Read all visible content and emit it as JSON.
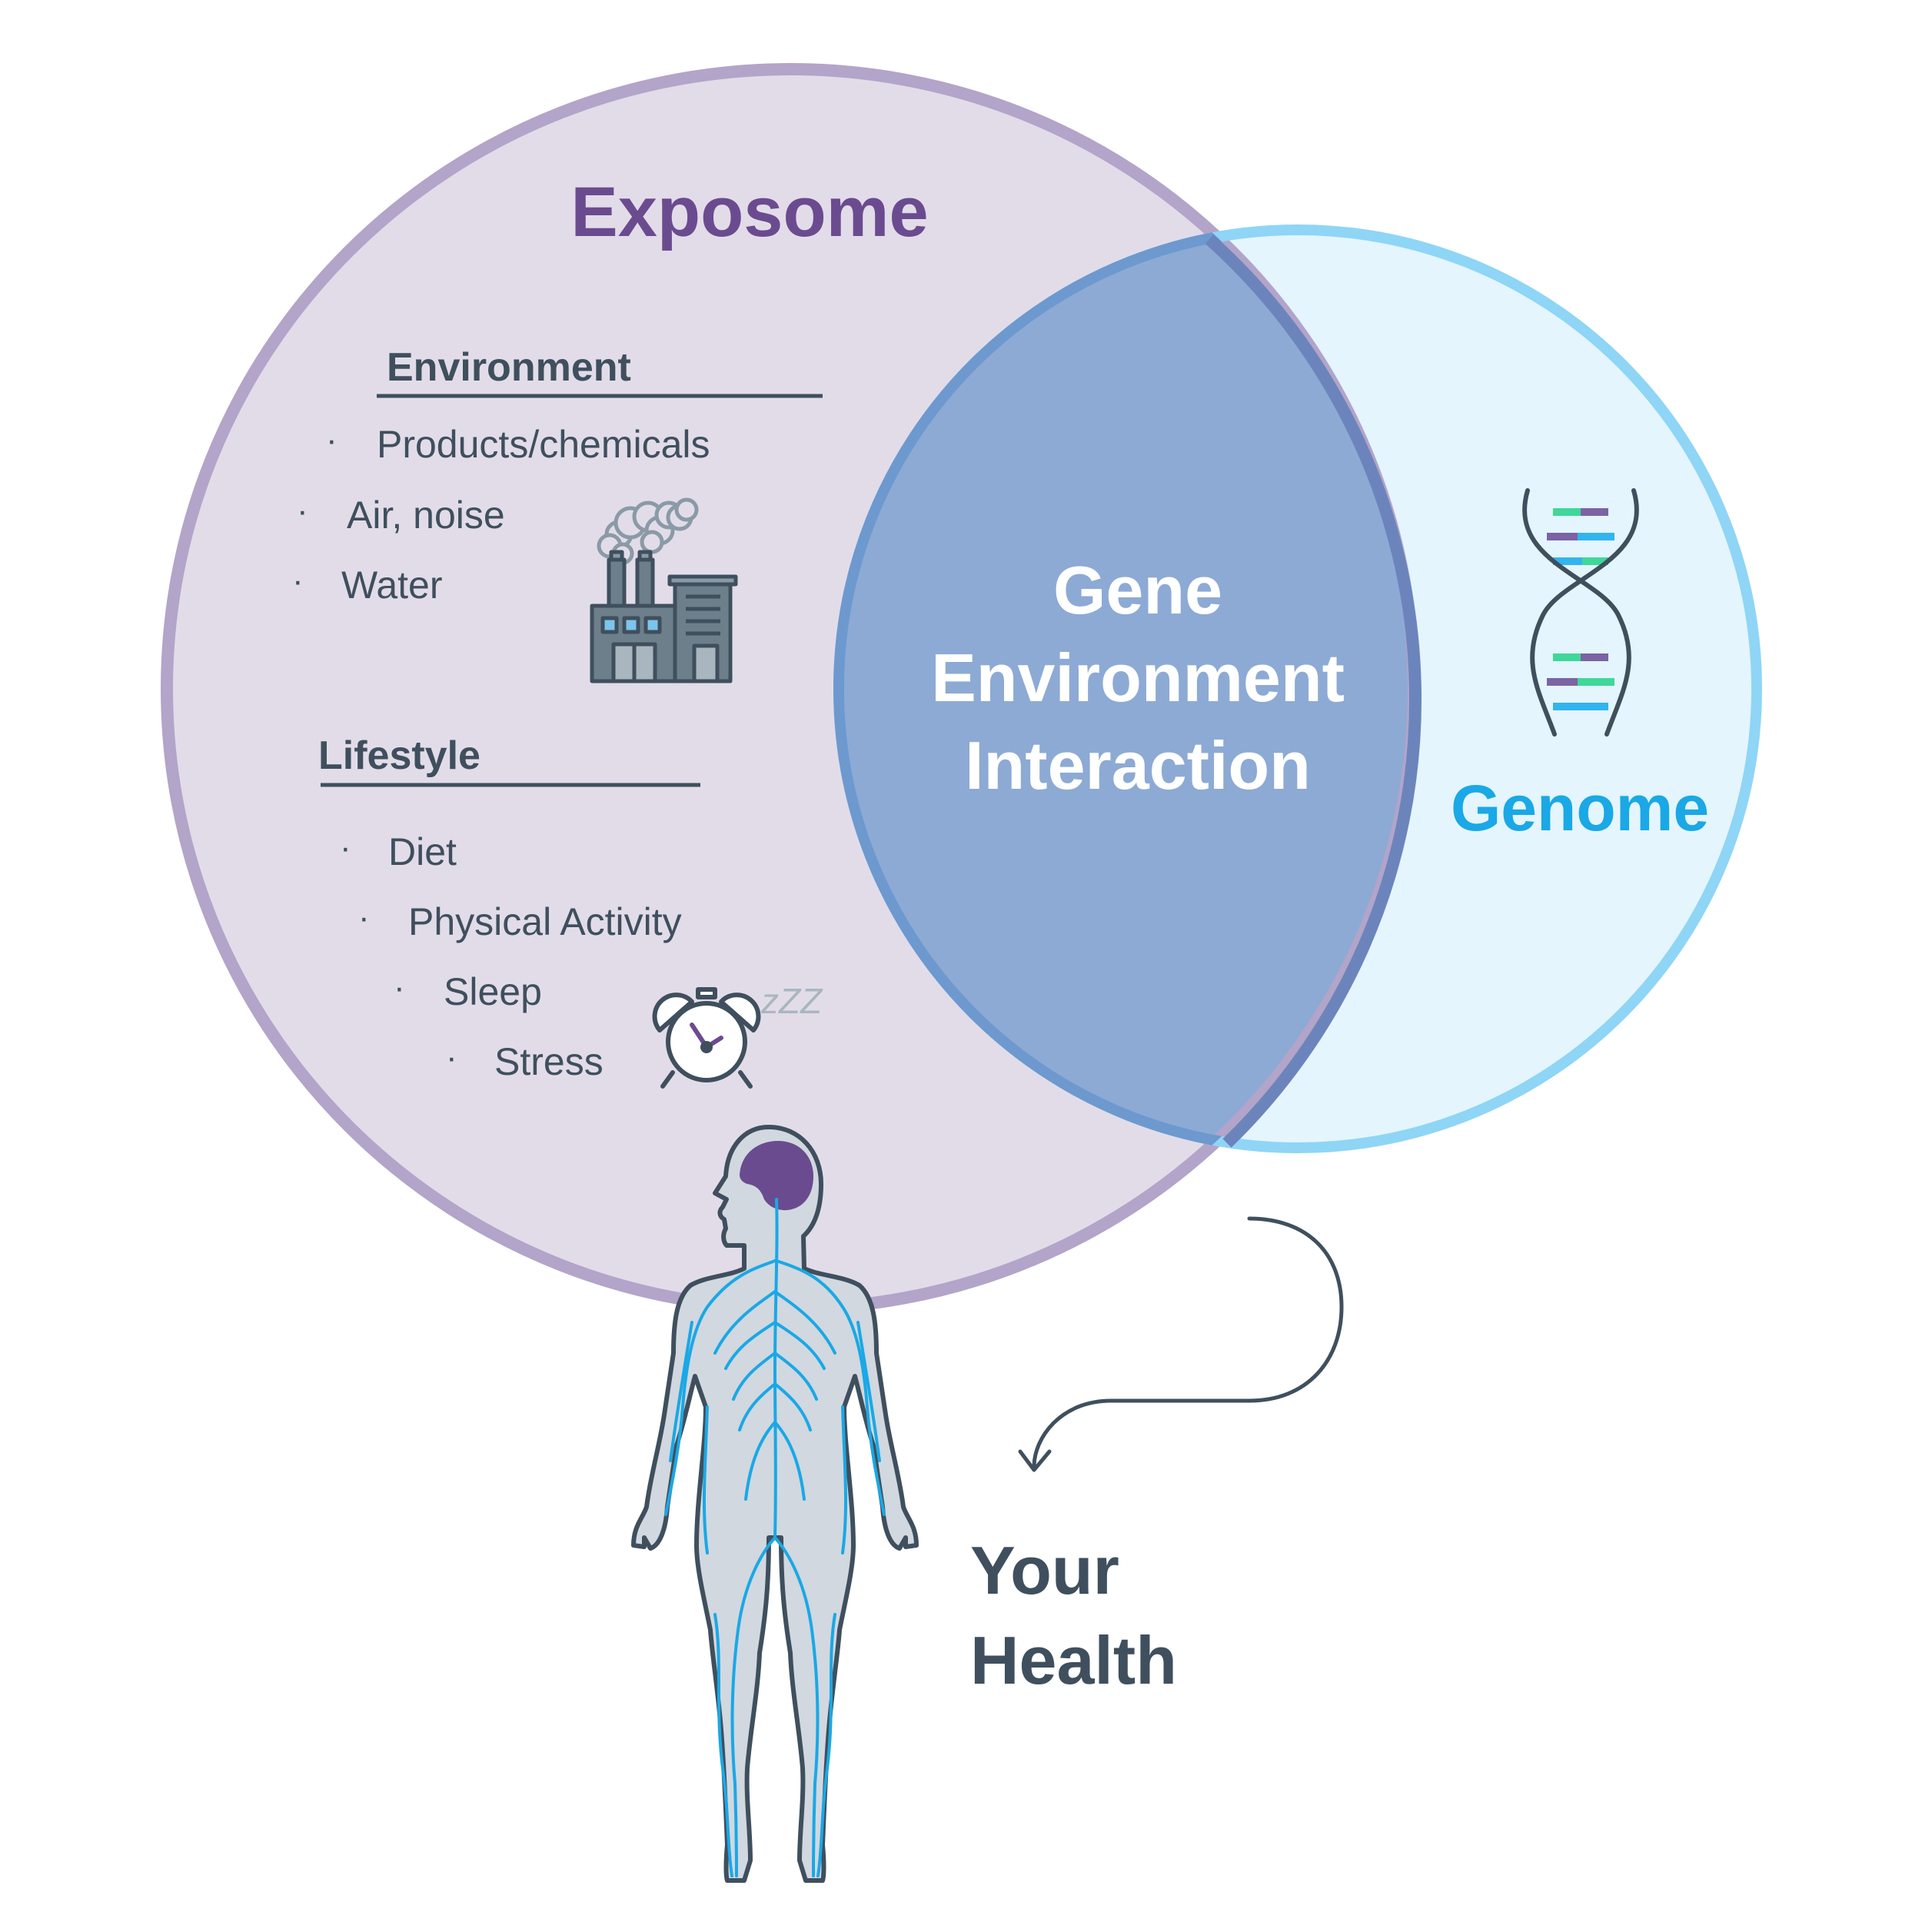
{
  "exposome": {
    "title": "Exposome",
    "environment": {
      "heading": "Environment",
      "items": [
        "Products/chemicals",
        "Air, noise",
        "Water"
      ]
    },
    "lifestyle": {
      "heading": "Lifestyle",
      "items": [
        "Diet",
        "Physical Activity",
        "Sleep",
        "Stress"
      ]
    },
    "sleep_glyph": "zZZ"
  },
  "interaction": {
    "lines": [
      "Gene",
      "Environment",
      "Interaction"
    ]
  },
  "genome": {
    "title": "Genome"
  },
  "outcome": {
    "lines": [
      "Your",
      "Health"
    ]
  },
  "bullet": "·",
  "icons": [
    "factory-icon",
    "alarm-clock-icon",
    "dna-icon",
    "human-body-icon",
    "curved-arrow-icon"
  ],
  "colors": {
    "exposome_fill": "#e2dce9",
    "exposome_stroke": "#b3a4c9",
    "exposome_title": "#6b4b8f",
    "genome_fill": "#e4f5fd",
    "genome_stroke": "#8fd5f6",
    "genome_title": "#1aa8e6",
    "overlap_fill": "#8daad4",
    "text_dark": "#3f4f5d",
    "white": "#ffffff"
  }
}
